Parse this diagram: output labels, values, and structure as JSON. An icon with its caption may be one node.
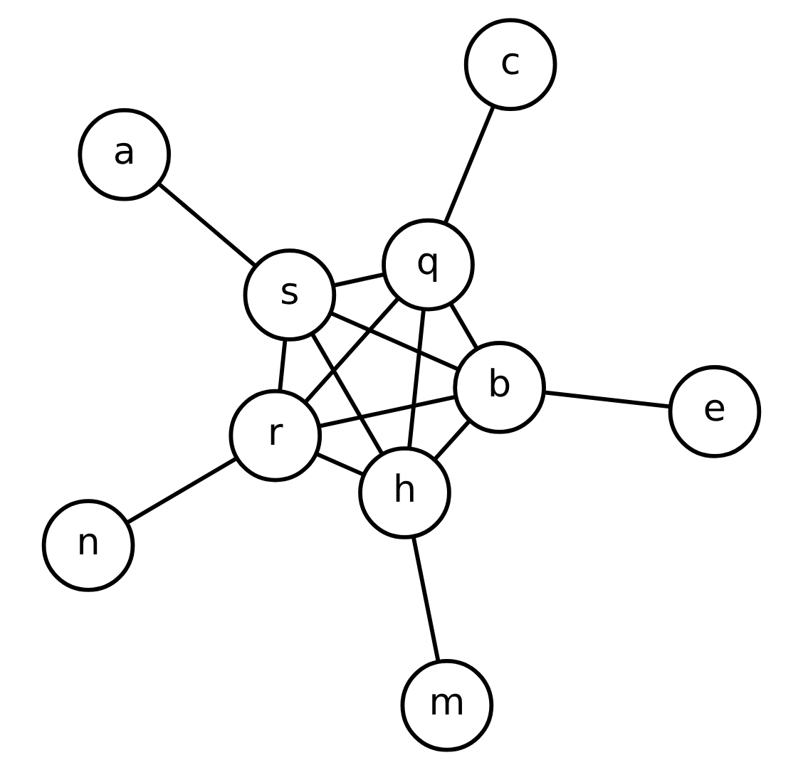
{
  "diagram": {
    "nodes": [
      {
        "text": [
          "a"
        ]
      },
      {
        "text": [
          "s"
        ]
      },
      {
        "text": [
          "n"
        ]
      },
      {
        "text": [
          "r"
        ]
      },
      {
        "text": [
          "q"
        ]
      },
      {
        "text": [
          "c"
        ]
      },
      {
        "text": [
          "h"
        ]
      },
      {
        "text": [
          "b"
        ]
      },
      {
        "text": [
          "m"
        ]
      },
      {
        "text": [
          "e"
        ]
      }
    ],
    "edges": [
      {
        "from": 0,
        "to": 1,
        "arrow": "none"
      },
      {
        "from": 1,
        "to": 3,
        "arrow": "none"
      },
      {
        "from": 1,
        "to": 4,
        "arrow": "none"
      },
      {
        "from": 1,
        "to": 6,
        "arrow": "none"
      },
      {
        "from": 1,
        "to": 7,
        "arrow": "none"
      },
      {
        "from": 2,
        "to": 3,
        "arrow": "none"
      },
      {
        "from": 3,
        "to": 4,
        "arrow": "none"
      },
      {
        "from": 3,
        "to": 6,
        "arrow": "none"
      },
      {
        "from": 3,
        "to": 7,
        "arrow": "none"
      },
      {
        "from": 4,
        "to": 5,
        "arrow": "none"
      },
      {
        "from": 4,
        "to": 6,
        "arrow": "none"
      },
      {
        "from": 4,
        "to": 7,
        "arrow": "none"
      },
      {
        "from": 6,
        "to": 7,
        "arrow": "none"
      },
      {
        "from": 6,
        "to": 8,
        "arrow": "none"
      },
      {
        "from": 7,
        "to": 9,
        "arrow": "none"
      }
    ]
  }
}
